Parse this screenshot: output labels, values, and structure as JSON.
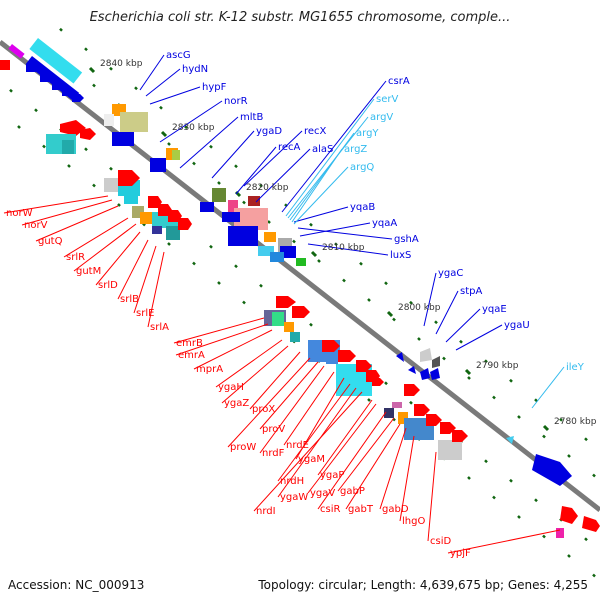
{
  "title": "Escherichia coli str. K-12 substr. MG1655 chromosome, comple...",
  "accession": "Accession: NC_000913",
  "topology": "Topology: circular; Length: 4,639,675 bp; Genes: 4,255",
  "colors": {
    "backbone": "#7a7a7a",
    "forward_gene": "#0000e0",
    "reverse_gene": "#ff0000",
    "trna": "#33bbee",
    "ticks": "#116611",
    "label_text_dark": "#333333"
  },
  "ticks": [
    {
      "label": "2840 kbp"
    },
    {
      "label": "2830 kbp"
    },
    {
      "label": "2820 kbp"
    },
    {
      "label": "2810 kbp"
    },
    {
      "label": "2800 kbp"
    },
    {
      "label": "2790 kbp"
    },
    {
      "label": "2780 kbp"
    }
  ],
  "forward_labels": [
    "ascG",
    "hydN",
    "hypF",
    "norR",
    "mltB",
    "ygaD",
    "recX",
    "recA",
    "alaS",
    "csrA",
    "gshA",
    "luxS",
    "yqaB",
    "yqaA",
    "ygaC",
    "stpA",
    "yqaE",
    "ygaU"
  ],
  "trna_labels": [
    "serV",
    "argV",
    "argY",
    "argZ",
    "argQ",
    "ileY"
  ],
  "reverse_labels": [
    "norW",
    "norV",
    "gutQ",
    "srlR",
    "gutM",
    "srlD",
    "srlB",
    "srlE",
    "srlA",
    "emrB",
    "emrA",
    "mprA",
    "ygaH",
    "ygaZ",
    "proX",
    "proW",
    "proV",
    "nrdF",
    "nrdE",
    "ygaM",
    "nrdH",
    "ygaW",
    "nrdI",
    "ygaP",
    "ygaV",
    "csiR",
    "gabP",
    "gabT",
    "gabD",
    "lhgO",
    "csiD",
    "ypjF"
  ]
}
